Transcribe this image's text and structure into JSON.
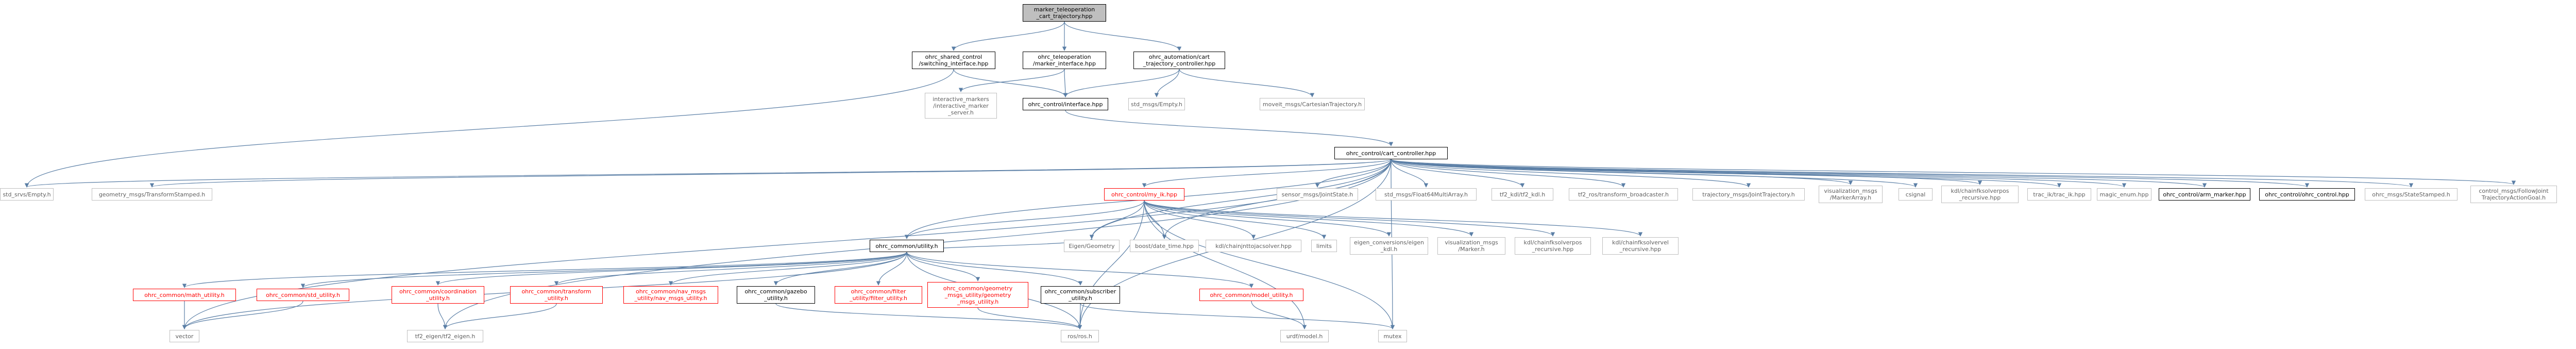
{
  "nodes": [
    {
      "id": "root",
      "label": "marker_teleoperation\n_cart_trajectory.hpp",
      "style": "root"
    },
    {
      "id": "ssci",
      "label": "ohrc_shared_control\n/switching_interface.hpp",
      "style": "black"
    },
    {
      "id": "tmi",
      "label": "ohrc_teleoperation\n/marker_interface.hpp",
      "style": "black"
    },
    {
      "id": "actc",
      "label": "ohrc_automation/cart\n_trajectory_controller.hpp",
      "style": "black"
    },
    {
      "id": "imis",
      "label": "interactive_markers\n/interactive_marker\n_server.h",
      "style": "gray"
    },
    {
      "id": "iface",
      "label": "ohrc_control/interface.hpp",
      "style": "black"
    },
    {
      "id": "stdempty",
      "label": "std_msgs/Empty.h",
      "style": "gray"
    },
    {
      "id": "moveit",
      "label": "moveit_msgs/CartesianTrajectory.h",
      "style": "gray"
    },
    {
      "id": "cc",
      "label": "ohrc_control/cart_controller.hpp",
      "style": "black"
    },
    {
      "id": "stdsrv",
      "label": "std_srvs/Empty.h",
      "style": "gray"
    },
    {
      "id": "gmts",
      "label": "geometry_msgs/TransformStamped.h",
      "style": "gray"
    },
    {
      "id": "myik",
      "label": "ohrc_control/my_ik.hpp",
      "style": "red"
    },
    {
      "id": "js",
      "label": "sensor_msgs/JointState.h",
      "style": "gray"
    },
    {
      "id": "f64",
      "label": "std_msgs/Float64MultiArray.h",
      "style": "gray"
    },
    {
      "id": "tf2kdl",
      "label": "tf2_kdl/tf2_kdl.h",
      "style": "gray"
    },
    {
      "id": "tfbc",
      "label": "tf2_ros/transform_broadcaster.h",
      "style": "gray"
    },
    {
      "id": "traj",
      "label": "trajectory_msgs/JointTrajectory.h",
      "style": "gray"
    },
    {
      "id": "vizma",
      "label": "visualization_msgs\n/MarkerArray.h",
      "style": "gray"
    },
    {
      "id": "csignal",
      "label": "csignal",
      "style": "gray"
    },
    {
      "id": "kdlposjl",
      "label": "kdl/chainfksolverpos\n_recursive.hpp",
      "style": "gray"
    },
    {
      "id": "trac",
      "label": "trac_ik/trac_ik.hpp",
      "style": "gray"
    },
    {
      "id": "magic",
      "label": "magic_enum.hpp",
      "style": "gray"
    },
    {
      "id": "arm",
      "label": "ohrc_control/arm_marker.hpp",
      "style": "black"
    },
    {
      "id": "ohrcc",
      "label": "ohrc_control/ohrc_control.hpp",
      "style": "black"
    },
    {
      "id": "state",
      "label": "ohrc_msgs/StateStamped.h",
      "style": "gray"
    },
    {
      "id": "follow",
      "label": "control_msgs/FollowJoint\nTrajectoryActionGoal.h",
      "style": "gray"
    },
    {
      "id": "util",
      "label": "ohrc_common/utility.h",
      "style": "black"
    },
    {
      "id": "eigen",
      "label": "Eigen/Geometry",
      "style": "gray"
    },
    {
      "id": "boost",
      "label": "boost/date_time.hpp",
      "style": "gray"
    },
    {
      "id": "kdljac",
      "label": "kdl/chainjnttojacsolver.hpp",
      "style": "gray"
    },
    {
      "id": "limits",
      "label": "limits",
      "style": "gray"
    },
    {
      "id": "eckdl",
      "label": "eigen_conversions/eigen\n_kdl.h",
      "style": "gray"
    },
    {
      "id": "vizm",
      "label": "visualization_msgs\n/Marker.h",
      "style": "gray"
    },
    {
      "id": "kdlpos",
      "label": "kdl/chainfksolverpos\n_recursive.hpp",
      "style": "gray"
    },
    {
      "id": "kdlvel",
      "label": "kdl/chainfksolvervel\n_recursive.hpp",
      "style": "gray"
    },
    {
      "id": "mathu",
      "label": "ohrc_common/math_utility.h",
      "style": "red"
    },
    {
      "id": "stdu",
      "label": "ohrc_common/std_utility.h",
      "style": "red"
    },
    {
      "id": "coordu",
      "label": "ohrc_common/coordination\n_utility.h",
      "style": "red"
    },
    {
      "id": "transu",
      "label": "ohrc_common/transform\n_utility.h",
      "style": "red"
    },
    {
      "id": "navu",
      "label": "ohrc_common/nav_msgs\n_utility/nav_msgs_utility.h",
      "style": "red"
    },
    {
      "id": "gazu",
      "label": "ohrc_common/gazebo\n_utility.h",
      "style": "black"
    },
    {
      "id": "filtu",
      "label": "ohrc_common/filter\n_utility/filter_utility.h",
      "style": "red"
    },
    {
      "id": "geomu",
      "label": "ohrc_common/geometry\n_msgs_utility/geometry\n_msgs_utility.h",
      "style": "red"
    },
    {
      "id": "subu",
      "label": "ohrc_common/subscriber\n_utility.h",
      "style": "black"
    },
    {
      "id": "modelu",
      "label": "ohrc_common/model_utility.h",
      "style": "red"
    },
    {
      "id": "vector",
      "label": "vector",
      "style": "gray"
    },
    {
      "id": "tf2eig",
      "label": "tf2_eigen/tf2_eigen.h",
      "style": "gray"
    },
    {
      "id": "rosros",
      "label": "ros/ros.h",
      "style": "gray"
    },
    {
      "id": "urdf",
      "label": "urdf/model.h",
      "style": "gray"
    },
    {
      "id": "mutex",
      "label": "mutex",
      "style": "gray"
    }
  ],
  "edges": [
    [
      "root",
      "ssci"
    ],
    [
      "root",
      "tmi"
    ],
    [
      "root",
      "actc"
    ],
    [
      "ssci",
      "iface"
    ],
    [
      "ssci",
      "stdsrv"
    ],
    [
      "tmi",
      "imis"
    ],
    [
      "tmi",
      "iface"
    ],
    [
      "actc",
      "iface"
    ],
    [
      "actc",
      "stdempty"
    ],
    [
      "actc",
      "moveit"
    ],
    [
      "iface",
      "cc"
    ],
    [
      "cc",
      "stdsrv"
    ],
    [
      "cc",
      "gmts"
    ],
    [
      "cc",
      "myik"
    ],
    [
      "cc",
      "js"
    ],
    [
      "cc",
      "f64"
    ],
    [
      "cc",
      "tf2kdl"
    ],
    [
      "cc",
      "tfbc"
    ],
    [
      "cc",
      "traj"
    ],
    [
      "cc",
      "vizma"
    ],
    [
      "cc",
      "csignal"
    ],
    [
      "cc",
      "kdlposjl"
    ],
    [
      "cc",
      "trac"
    ],
    [
      "cc",
      "magic"
    ],
    [
      "cc",
      "arm"
    ],
    [
      "cc",
      "ohrcc"
    ],
    [
      "cc",
      "state"
    ],
    [
      "cc",
      "follow"
    ],
    [
      "cc",
      "util"
    ],
    [
      "cc",
      "eigen"
    ],
    [
      "cc",
      "boost"
    ],
    [
      "cc",
      "tf2eig"
    ],
    [
      "cc",
      "vector"
    ],
    [
      "cc",
      "rosros"
    ],
    [
      "cc",
      "mutex"
    ],
    [
      "myik",
      "util"
    ],
    [
      "myik",
      "eigen"
    ],
    [
      "myik",
      "boost"
    ],
    [
      "myik",
      "kdljac"
    ],
    [
      "myik",
      "limits"
    ],
    [
      "myik",
      "eckdl"
    ],
    [
      "myik",
      "vizm"
    ],
    [
      "myik",
      "kdlpos"
    ],
    [
      "myik",
      "kdlvel"
    ],
    [
      "myik",
      "urdf"
    ],
    [
      "myik",
      "rosros"
    ],
    [
      "myik",
      "mutex"
    ],
    [
      "util",
      "mathu"
    ],
    [
      "util",
      "stdu"
    ],
    [
      "util",
      "coordu"
    ],
    [
      "util",
      "transu"
    ],
    [
      "util",
      "navu"
    ],
    [
      "util",
      "gazu"
    ],
    [
      "util",
      "filtu"
    ],
    [
      "util",
      "geomu"
    ],
    [
      "util",
      "subu"
    ],
    [
      "util",
      "modelu"
    ],
    [
      "util",
      "rosros"
    ],
    [
      "util",
      "eigen"
    ],
    [
      "util",
      "vector"
    ],
    [
      "mathu",
      "vector"
    ],
    [
      "stdu",
      "vector"
    ],
    [
      "coordu",
      "tf2eig"
    ],
    [
      "transu",
      "tf2eig"
    ],
    [
      "gazu",
      "rosros"
    ],
    [
      "subu",
      "rosros"
    ],
    [
      "subu",
      "mutex"
    ],
    [
      "modelu",
      "urdf"
    ],
    [
      "geomu",
      "rosros"
    ]
  ]
}
